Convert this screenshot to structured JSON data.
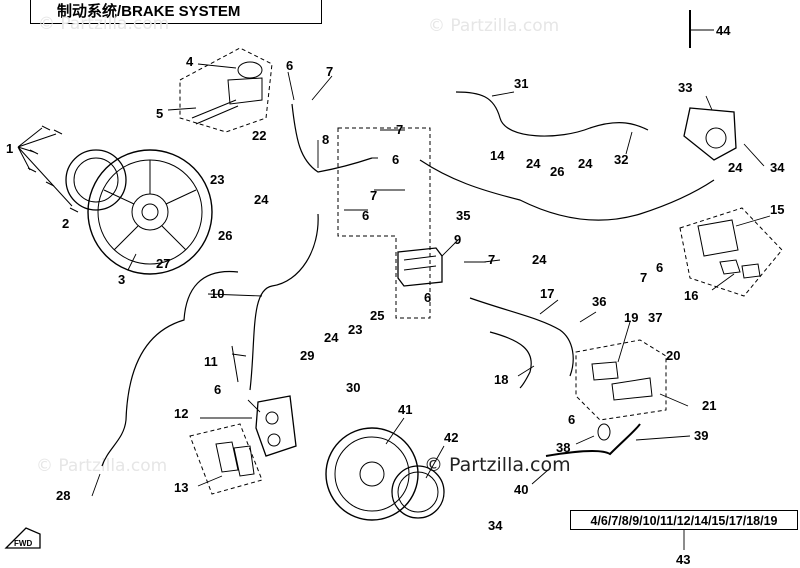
{
  "title": "制动系统/BRAKE SYSTEM",
  "watermarks": [
    "© Partzilla.com",
    "© Partzilla.com",
    "© Partzilla.com"
  ],
  "watermark_center": "© Partzilla.com",
  "kit_label": "4/6/7/8/9/10/11/12/14/15/17/18/19",
  "direction_label": "FWD",
  "callouts": [
    "1",
    "2",
    "3",
    "4",
    "5",
    "6",
    "6",
    "6",
    "6",
    "6",
    "6",
    "6",
    "7",
    "7",
    "7",
    "7",
    "7",
    "8",
    "9",
    "10",
    "11",
    "12",
    "13",
    "14",
    "15",
    "16",
    "17",
    "18",
    "19",
    "20",
    "21",
    "22",
    "23",
    "23",
    "24",
    "24",
    "24",
    "24",
    "24",
    "24",
    "25",
    "26",
    "26",
    "27",
    "28",
    "29",
    "30",
    "31",
    "32",
    "33",
    "34",
    "34",
    "35",
    "36",
    "37",
    "38",
    "39",
    "40",
    "41",
    "42",
    "43",
    "44"
  ]
}
